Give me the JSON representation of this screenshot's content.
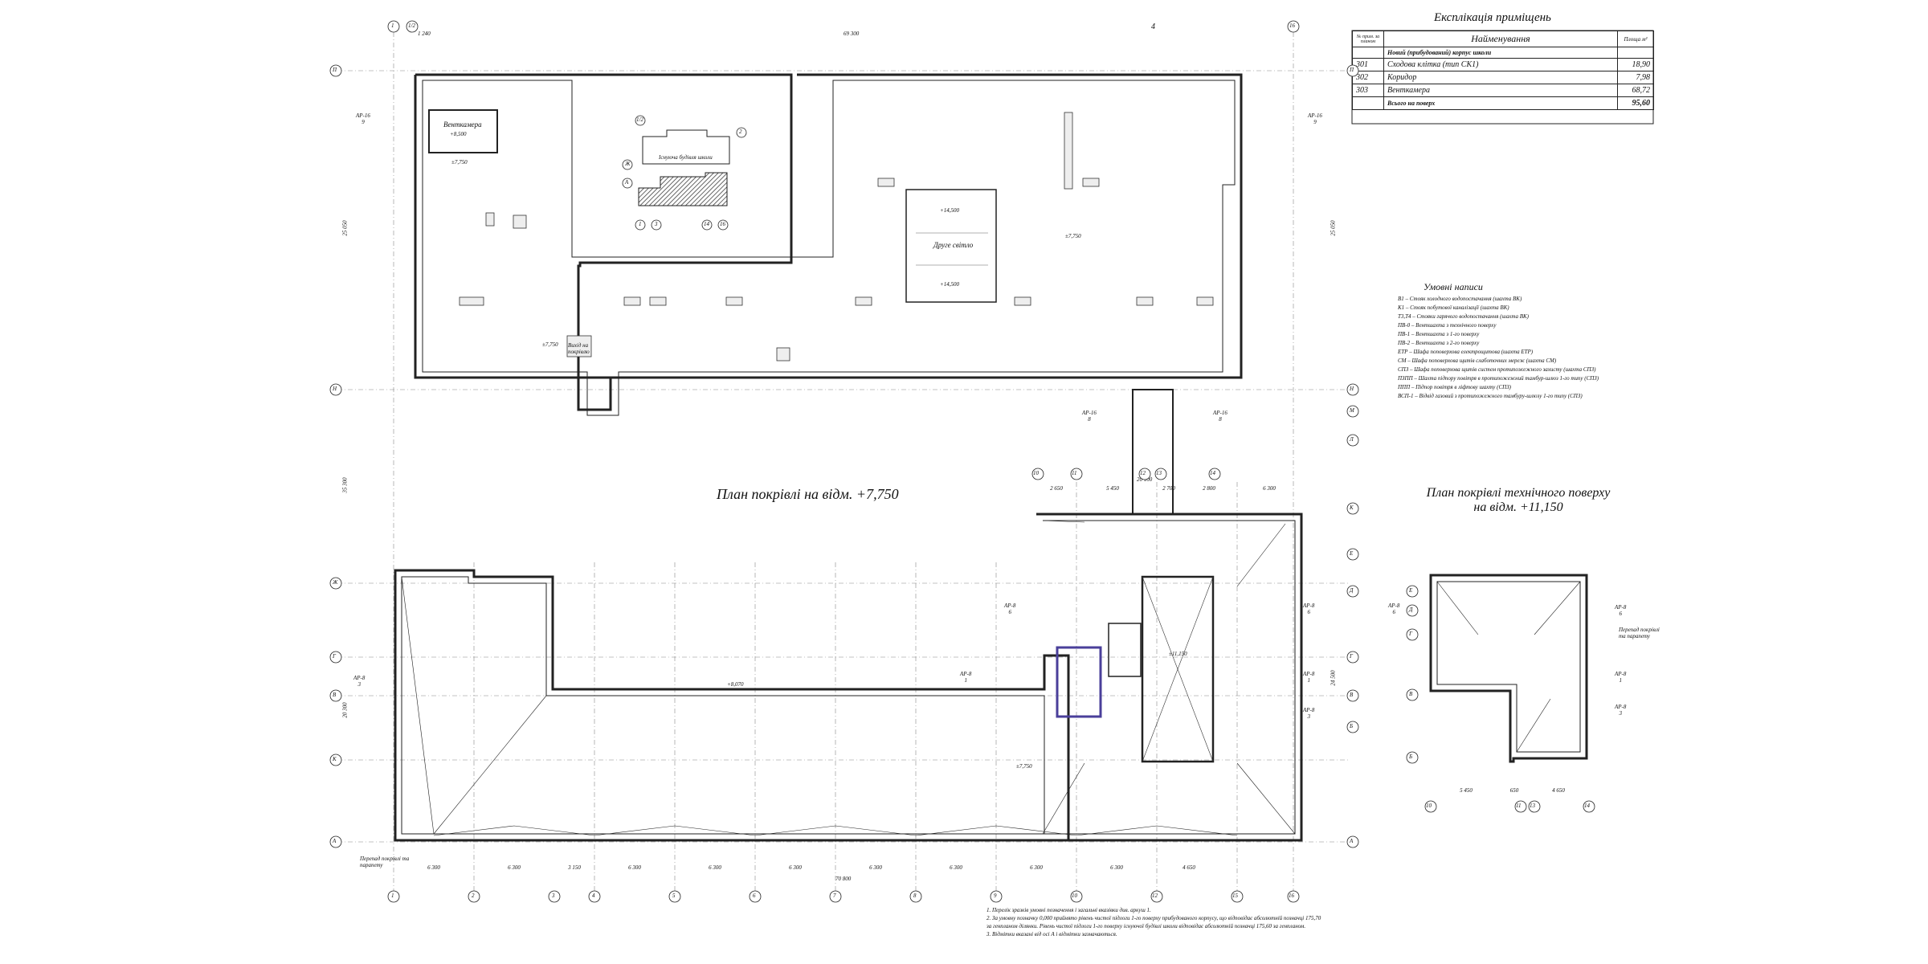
{
  "explication": {
    "title": "Експлікація приміщень",
    "headers": {
      "num": "№ прим. за планом",
      "name": "Найменування",
      "area": "Площа м²"
    },
    "group": "Новий (прибудований) корпус школи",
    "rows": [
      {
        "num": "301",
        "name": "Сходова клітка (тип СК1)",
        "area": "18,90"
      },
      {
        "num": "302",
        "name": "Коридор",
        "area": "7,98"
      },
      {
        "num": "303",
        "name": "Венткамера",
        "area": "68,72"
      }
    ],
    "total_label": "Всього на поверх",
    "total_area": "95,60"
  },
  "legend": {
    "title": "Умовні написи",
    "items": [
      "В1 – Стояк холодного водопостачання (шахта ВК)",
      "К1 – Стояк побутової каналізації (шахта ВК)",
      "Т3,Т4 – Стояки гарячого водопостачання (шахта ВК)",
      "ПВ-0 – Вентшахта з технічного поверху",
      "ПВ-1 – Вентшахта з 1-го поверху",
      "ПВ-2 – Вентшахта з 2-го поверху",
      "ЕТР – Шафа поповерхова електрощитова (шахта ЕТР)",
      "СМ – Шафа поповерхова щитів слаботочних мереж (шахта СМ)",
      "СПЗ – Шафа поповерхова щитів систем протипожежного захисту (шахта СПЗ)",
      "ПЗПП – Шахта підпору повітря в протипожежний тамбур-шлюз 1-го типу (СПЗ)",
      "ППП – Підпор повітря в ліфтову шахту (СПЗ)",
      "ВСП-1 – Відвід газовий з протипожежного тамбуру-шлюзу 1-го типу (СПЗ)"
    ]
  },
  "titles": {
    "main_roof": "План покрівлі на відм. +7,750",
    "tech_roof_l1": "План покрівлі технічного поверху",
    "tech_roof_l2": "на відм. +11,150"
  },
  "labels": {
    "ventkamera": "Венткамера",
    "ventkamera_mark": "+8,500",
    "second_light": "Друге світло",
    "existing_building": "Існуюча будівля школи",
    "roof_exit": "Вихід на покрівлю",
    "roof_mark_1": "+14,500",
    "roof_mark_2": "+14,500",
    "mark_7750a": "±7,750",
    "mark_7750b": "±7,750",
    "mark_7750c": "±7,750",
    "mark_7750d": "±7,750",
    "mark_8070": "+8,070",
    "mark_11150": "±11,150",
    "parapet_a": "Перепад покрівлі та парапету",
    "parapet_b": "Перепад покрівлі та парапету"
  },
  "dims": {
    "top_total": "69 300",
    "top_first": "1 240",
    "bottom_total": "70 800",
    "left_total": "25 050",
    "left_2": "35 300",
    "left_3": "20 300",
    "right_1": "25 050",
    "right_2": "24 500",
    "bottom": [
      "6 300",
      "6 300",
      "3 150",
      "6 300",
      "6 300",
      "6 300",
      "6 300",
      "6 300",
      "6 300",
      "6 300",
      "4 650"
    ],
    "mid_top": [
      "2 650",
      "5 450",
      "2 700",
      "2 800",
      "6 300"
    ],
    "mid_top_total": "20 100",
    "tech_bottom": [
      "5 450",
      "650",
      "4 650"
    ]
  },
  "axes": {
    "top": [
      "1",
      "1/2",
      "4",
      "16"
    ],
    "bottom": [
      "1",
      "2",
      "3",
      "4",
      "5",
      "6",
      "7",
      "8",
      "9",
      "10",
      "12",
      "15",
      "16"
    ],
    "left": [
      "П",
      "Н",
      "Ж",
      "Г",
      "В",
      "К",
      "А"
    ],
    "right": [
      "П",
      "Н",
      "М",
      "Л",
      "К",
      "Е",
      "Д",
      "Г",
      "В",
      "Б",
      "А"
    ],
    "mid_top": [
      "10",
      "11",
      "12",
      "13",
      "14"
    ],
    "tech_left": [
      "Е",
      "Д",
      "Г",
      "В",
      "Б"
    ],
    "tech_bottom": [
      "10",
      "11",
      "13",
      "14"
    ],
    "key_plan": [
      "1/2",
      "2",
      "Ж",
      "А",
      "1",
      "3",
      "14",
      "16"
    ]
  },
  "sections": {
    "s1": "АР-16",
    "s1n": "9",
    "s2": "АР-16",
    "s2n": "9",
    "s3": "АР-16",
    "s3n": "8",
    "s4": "АР-16",
    "s4n": "8",
    "s5": "АР-8",
    "s5n": "6",
    "s6": "АР-8",
    "s6n": "3",
    "s7": "АР-8",
    "s7n": "1",
    "s8": "АР-8",
    "s8n": "6",
    "s9": "АР-8",
    "s9n": "1",
    "s10": "АР-8",
    "s10n": "3",
    "s11": "АР-8",
    "s11n": "6",
    "s12": "АР-8",
    "s12n": "1",
    "s13": "АР-8",
    "s13n": "3",
    "s14": "АР-8",
    "s14n": "6"
  },
  "notes": [
    "1. Перелік зразків умовні позначення і загальні вказівки див. аркуш 1.",
    "2. За умовну позначку 0,000 прийнято рівень чистої підлоги 1-го поверху прибудованого корпусу, що відповідає абсолютній позначці 175,70",
    "за генпланом ділянки. Рівень чистої підлоги 1-го поверху існуючої будівлі школи відповідає абсолютній позначці 175,60 за генпланом.",
    "3. Відмітки вказані від осі А і відмітки зазначаються."
  ],
  "colors": {
    "line": "#222222",
    "accent": "#c0182b",
    "highlight": "#4a3f9a"
  }
}
